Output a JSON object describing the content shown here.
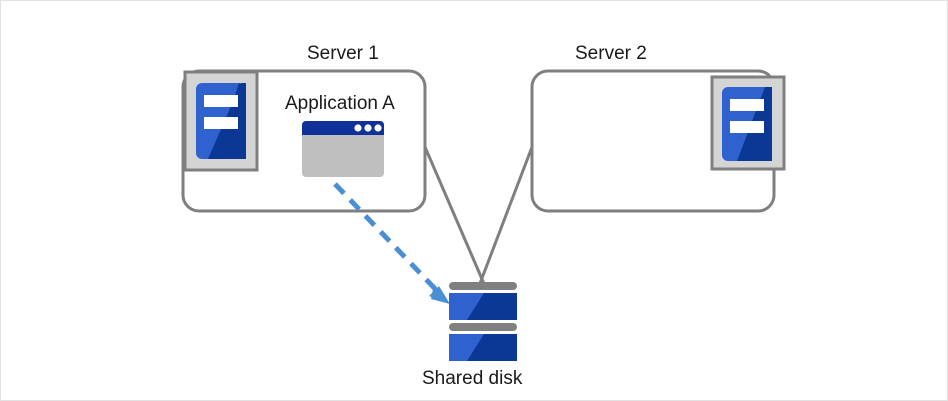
{
  "diagram": {
    "title_text": "",
    "colors": {
      "box_stroke": "#7f7f7f",
      "icon_frame": "#d4d4d4",
      "icon_frame_stroke": "#7f7f7f",
      "blue_light": "#2f62cf",
      "blue_dark": "#0a3894",
      "window_titlebar": "#10319a",
      "window_body": "#bfbfbf",
      "arrow_blue": "#4a8fd4",
      "disk_bar": "#808080",
      "text": "#1a1a1a",
      "canvas_border": "#e2e2e2"
    },
    "nodes": [
      {
        "id": "server-1",
        "label": "Server 1",
        "icon": "server-icon",
        "icon_position": "left",
        "contains_app": true
      },
      {
        "id": "server-2",
        "label": "Server 2",
        "icon": "server-icon",
        "icon_position": "right",
        "contains_app": false
      }
    ],
    "application": {
      "label": "Application A",
      "icon": "application-window-icon",
      "titlebar_dots": 3
    },
    "storage": {
      "label": "Shared disk",
      "icon": "disk-stack-icon",
      "platters": 2
    },
    "connections": [
      {
        "id": "server1-to-disk",
        "from": "server-1",
        "to": "shared-disk",
        "style": "solid",
        "color": "#7f7f7f"
      },
      {
        "id": "server2-to-disk",
        "from": "server-2",
        "to": "shared-disk",
        "style": "solid",
        "color": "#7f7f7f"
      },
      {
        "id": "app-to-disk",
        "from": "application-a",
        "to": "shared-disk",
        "style": "dashed",
        "color": "#4a8fd4",
        "arrow": true
      }
    ]
  }
}
